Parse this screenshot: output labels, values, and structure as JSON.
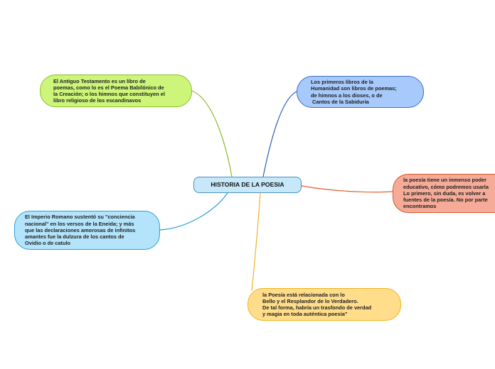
{
  "mindmap": {
    "central": {
      "label": "HISTORIA DE LA POESIA",
      "fill": "#c7e8f8",
      "border": "#4a90c2"
    },
    "branches": [
      {
        "id": "antiguo",
        "text": "El Antiguo Testamento es un libro de\npoemas, como lo es el Poema Babilónico de\nla Creación; o los himnos que constituyen el\nlibro religioso de los escandinavos",
        "fill": "#ccf57a",
        "border": "#8bbf2a",
        "line": "#8fb82e"
      },
      {
        "id": "libros",
        "text": "Los primeros libros de la\nHumanidad son libros de poemas;\nde himnos a los dioses, o de\n Cantos de la Sabiduría",
        "fill": "#a7c9fb",
        "border": "#3b6ec4",
        "line": "#2f63b8"
      },
      {
        "id": "imperio",
        "text": "El Imperio Romano sustentó su \"conciencia\nnacional\" en los versos de la Eneida; y más\nque las declaraciones amorosas de infinitos\namantes fue la dulzura de los cantos de\nOvidio o de catulo",
        "fill": "#b3e4fb",
        "border": "#2a9fd6",
        "line": "#2aa0d8"
      },
      {
        "id": "educativo",
        "text": "la poesía tiene un inmenso poder\neducativo, cómo podremos usarla\nLo primero, sin duda, es volver a\nfuentes de la poesía. No por parte\nencontramos",
        "fill": "#f5ab97",
        "border": "#d9532e",
        "line": "#e0602f"
      },
      {
        "id": "bello",
        "text": "la Poesía está relacionada con lo\nBello y el Resplandor de lo Verdadero.\nDe tal forma, habría un trasfondo de verdad\ny magia en toda auténtica poesía\"",
        "fill": "#ffdd8a",
        "border": "#f0b21c",
        "line": "#f2b12a"
      }
    ]
  }
}
